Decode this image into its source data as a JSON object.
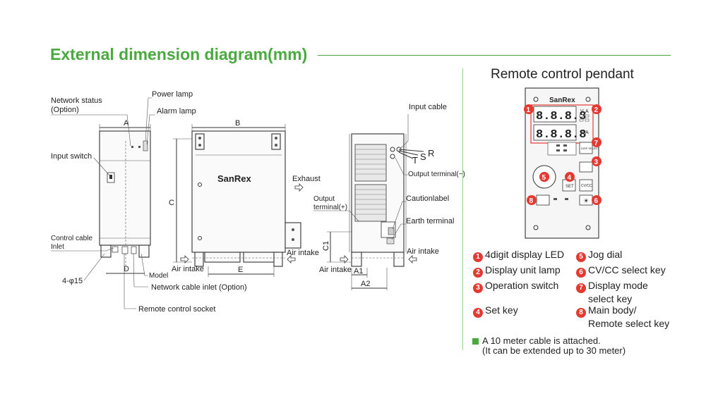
{
  "title": "External dimension diagram(mm)",
  "pendant": {
    "title": "Remote control pendant",
    "brand": "SanRex",
    "display_digits": "8.8.8.8",
    "unit_v": "V",
    "unit_a": "A",
    "set_label": "SET",
    "display_key_label": "DISP SELECT",
    "cvcc_label": "CV/CC",
    "badges": [
      "1",
      "2",
      "3",
      "4",
      "5",
      "6",
      "7",
      "8"
    ]
  },
  "legend": [
    {
      "num": "1",
      "text": "4digit display LED"
    },
    {
      "num": "5",
      "text": "Jog dial"
    },
    {
      "num": "2",
      "text": "Display unit lamp"
    },
    {
      "num": "6",
      "text": "CV/CC select key"
    },
    {
      "num": "3",
      "text": "Operation switch"
    },
    {
      "num": "7",
      "text": "Display mode",
      "text2": "select key"
    },
    {
      "num": "4",
      "text": "Set key"
    },
    {
      "num": "8",
      "text": "Main body/",
      "text2": "Remote select key"
    }
  ],
  "note": {
    "line1": "A 10 meter cable is attached.",
    "line2": "(It can be extended up to 30 meter)"
  },
  "diagram": {
    "brand": "SanRex",
    "labels": {
      "network_status": "Network status",
      "network_status_option": "(Option)",
      "power_lamp": "Power lamp",
      "alarm_lamp": "Alarm lamp",
      "input_switch": "Input switch",
      "control_cable": "Control cable",
      "inlet": "Inlet",
      "hole": "4-φ15",
      "model": "Model",
      "network_cable_inlet": "Network cable inlet (Option)",
      "remote_control_socket": "Remote control socket",
      "exhaust": "Exhaust",
      "air_intake": "Air intake",
      "input_cable": "Input cable",
      "output_terminal_minus": "Output terminal(−)",
      "output_terminal_plus_1": "Output",
      "output_terminal_plus_2": "terminal(+)",
      "caution_label": "Cautionlabel",
      "earth_terminal": "Earth terminal",
      "phase_r": "R",
      "phase_s": "S",
      "phase_t": "T"
    },
    "dims": {
      "a": "A",
      "b": "B",
      "c": "C",
      "d": "D",
      "e": "E",
      "a1": "A1",
      "a2": "A2",
      "c1": "C1"
    }
  }
}
